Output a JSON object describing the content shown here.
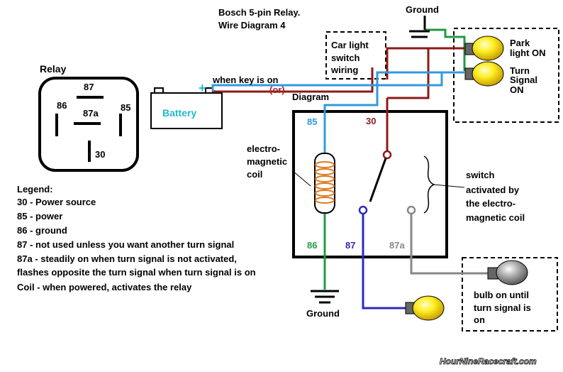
{
  "title": {
    "line1": "Bosch 5-pin Relay.",
    "line2": "Wire Diagram 4"
  },
  "relay_pinout": {
    "label": "Relay",
    "pins": [
      "87",
      "86",
      "87a",
      "85",
      "30"
    ]
  },
  "battery": {
    "label": "Battery",
    "plus": "+",
    "minus": "-"
  },
  "labels": {
    "when_key_on": "when key is on",
    "or": "(or)",
    "car_light_1": "Car light",
    "car_light_2": "switch",
    "car_light_3": "wiring",
    "diagram": "Diagram",
    "ground_top": "Ground",
    "ground_bottom": "Ground",
    "park_1": "Park",
    "park_2": "light ON",
    "turn_1": "Turn",
    "turn_2": "Signal",
    "turn_3": "ON",
    "coil_1": "electro-",
    "coil_2": "magnetic",
    "coil_3": "coil",
    "switch_1": "switch",
    "switch_2": "activated by",
    "switch_3": "the electro-",
    "switch_4": "magnetic coil",
    "bulb_1": "bulb on until",
    "bulb_2": "turn signal is",
    "bulb_3": "on",
    "pin85": "85",
    "pin30": "30",
    "pin86": "86",
    "pin87": "87",
    "pin87a": "87a",
    "watermark": "HourNineRacecraft.com"
  },
  "legend": {
    "title": "Legend:",
    "items": [
      "30 - Power source",
      "85 - power",
      "86 - ground",
      "87 - not used unless you want another turn signal",
      "87a - steadily on when turn signal is not activated,",
      "flashes opposite the turn signal when turn signal is on",
      "Coil - when powered, activates the relay"
    ]
  },
  "colors": {
    "red_wire": "#8b1a1a",
    "blue_wire": "#3399dd",
    "green_wire": "#229944",
    "navy_wire": "#2b2bbb",
    "gray_wire": "#888888",
    "coil": "#e07a22",
    "bulb_yellow": "#ffee22",
    "bulb_gray": "#888888",
    "plus_cyan": "#22bbcc",
    "battery_text": "#22bbcc",
    "red_text": "#aa2222"
  }
}
